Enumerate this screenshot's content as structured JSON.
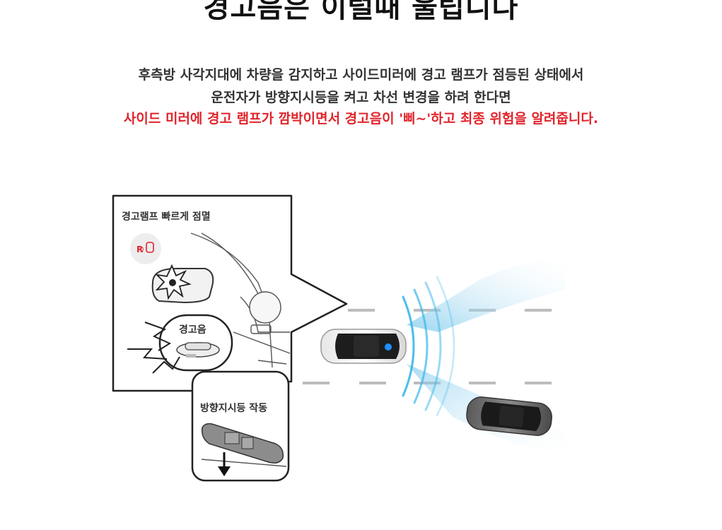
{
  "title": "경고음은 이럴때 울립니다",
  "description": {
    "line1": "후측방 사각지대에 차량을 감지하고 사이드미러에 경고 램프가 점등된 상태에서",
    "line2": "운전자가 방향지시등을 켜고 차선 변경을 하려 한다면",
    "line3": "사이드 미러에 경고 램프가 깜박이면서 경고음이 '삐~'하고 최종 위험을 알려줍니다."
  },
  "callouts": {
    "lamp": "경고램프 빠르게 점멸",
    "sound": "경고음",
    "signal": "방향지시등 작동"
  },
  "colors": {
    "warning_text": "#e0242b",
    "sensor_wave": "#38b6e8",
    "sensor_dot": "#1e90ff",
    "lane_marks": "#bdbdbd"
  },
  "icons": [
    "side-mirror-warning-icon",
    "speaker-icon",
    "turn-signal-lever-icon",
    "arrow-down-icon"
  ]
}
